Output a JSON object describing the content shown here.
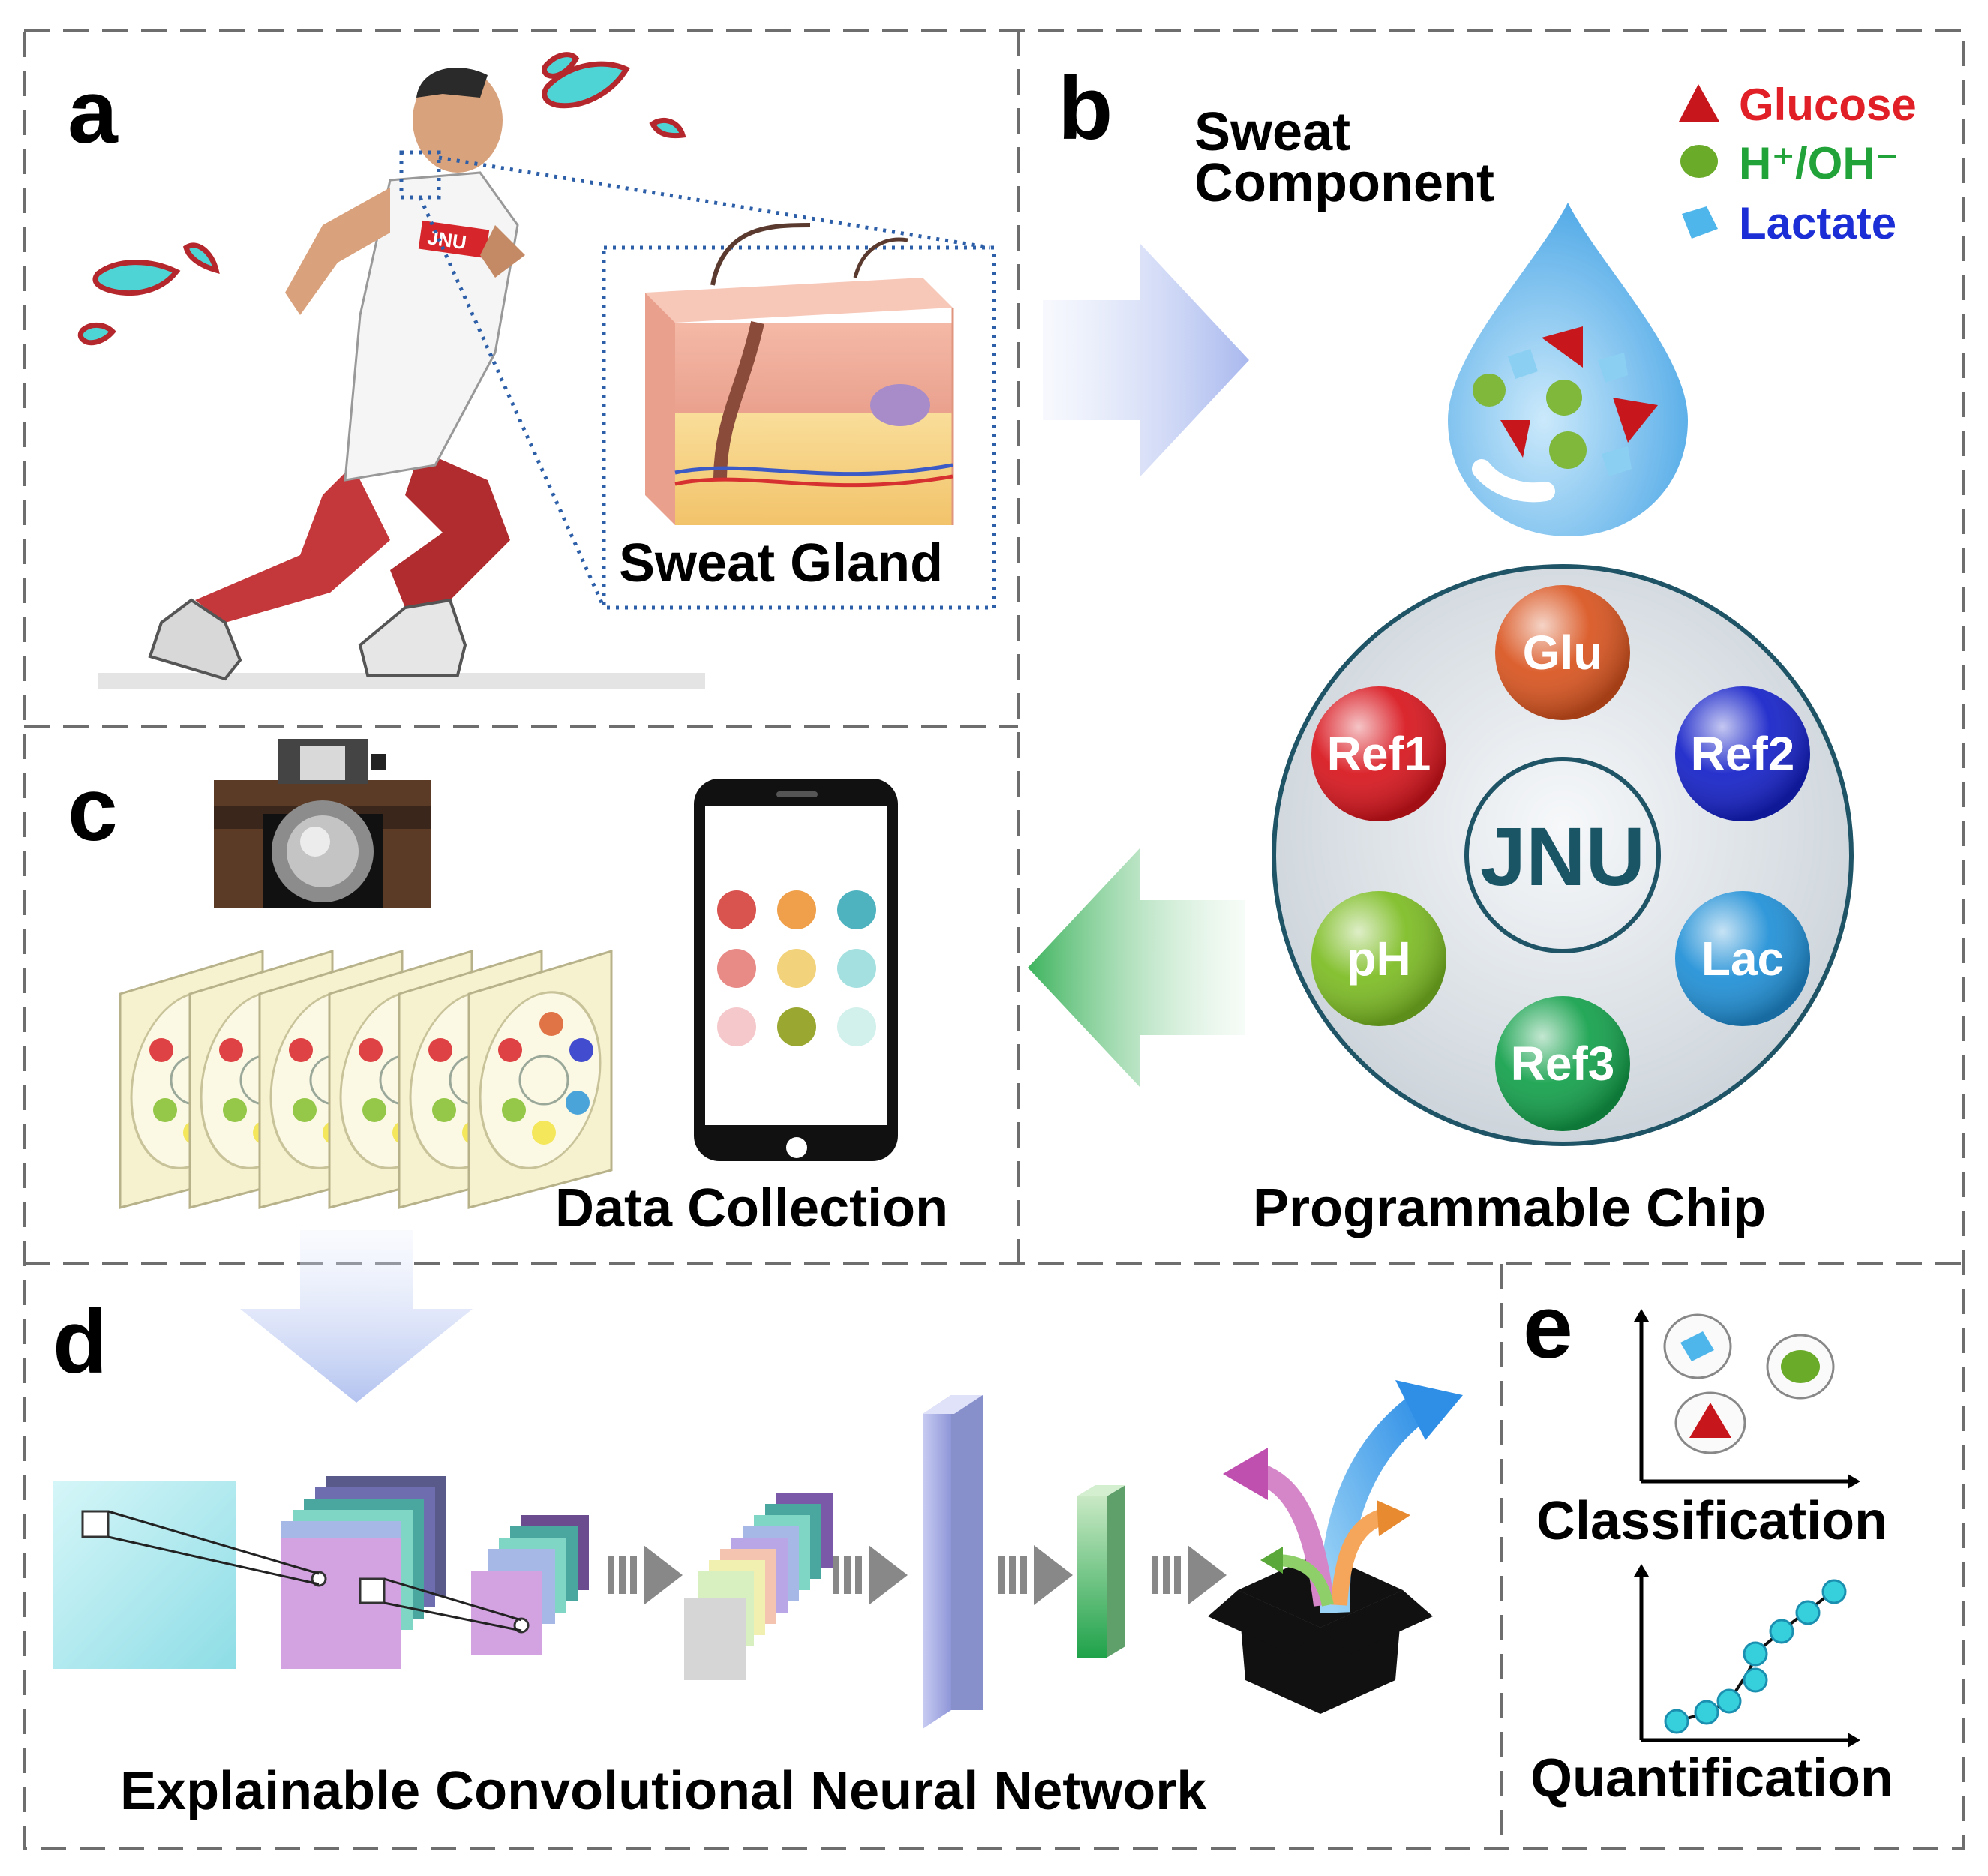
{
  "panels": {
    "a": {
      "letter": "a",
      "label": "Sweat Gland",
      "shirt_text": "JNU"
    },
    "b": {
      "letter": "b",
      "title_line1": "Sweat",
      "title_line2": "Component",
      "legend": [
        {
          "name": "Glucose",
          "color": "#e01f26"
        },
        {
          "name": "H⁺/OH⁻",
          "color": "#22a33a"
        },
        {
          "name": "Lactate",
          "color": "#1c2fd6"
        }
      ]
    },
    "chip": {
      "label": "Programmable Chip",
      "center": "JNU",
      "wells": [
        {
          "name": "Glu",
          "color": "#d9531e"
        },
        {
          "name": "Ref1",
          "color": "#d8141c"
        },
        {
          "name": "Ref2",
          "color": "#1420c8"
        },
        {
          "name": "pH",
          "color": "#7cbc22"
        },
        {
          "name": "Lac",
          "color": "#1f8fd6"
        },
        {
          "name": "Ref3",
          "color": "#12a04a"
        }
      ]
    },
    "c": {
      "letter": "c",
      "label": "Data Collection",
      "palette": [
        "#d9534f",
        "#f0a04b",
        "#4fb3bf",
        "#e88a86",
        "#f2d27a",
        "#a4e0e0",
        "#f5c9cc",
        "#9aa832",
        "#d2f0ec"
      ]
    },
    "d": {
      "letter": "d",
      "label": "Explainable Convolutional Neural Network"
    },
    "e": {
      "letter": "e",
      "label_top": "Classification",
      "label_bottom": "Quantification"
    }
  }
}
